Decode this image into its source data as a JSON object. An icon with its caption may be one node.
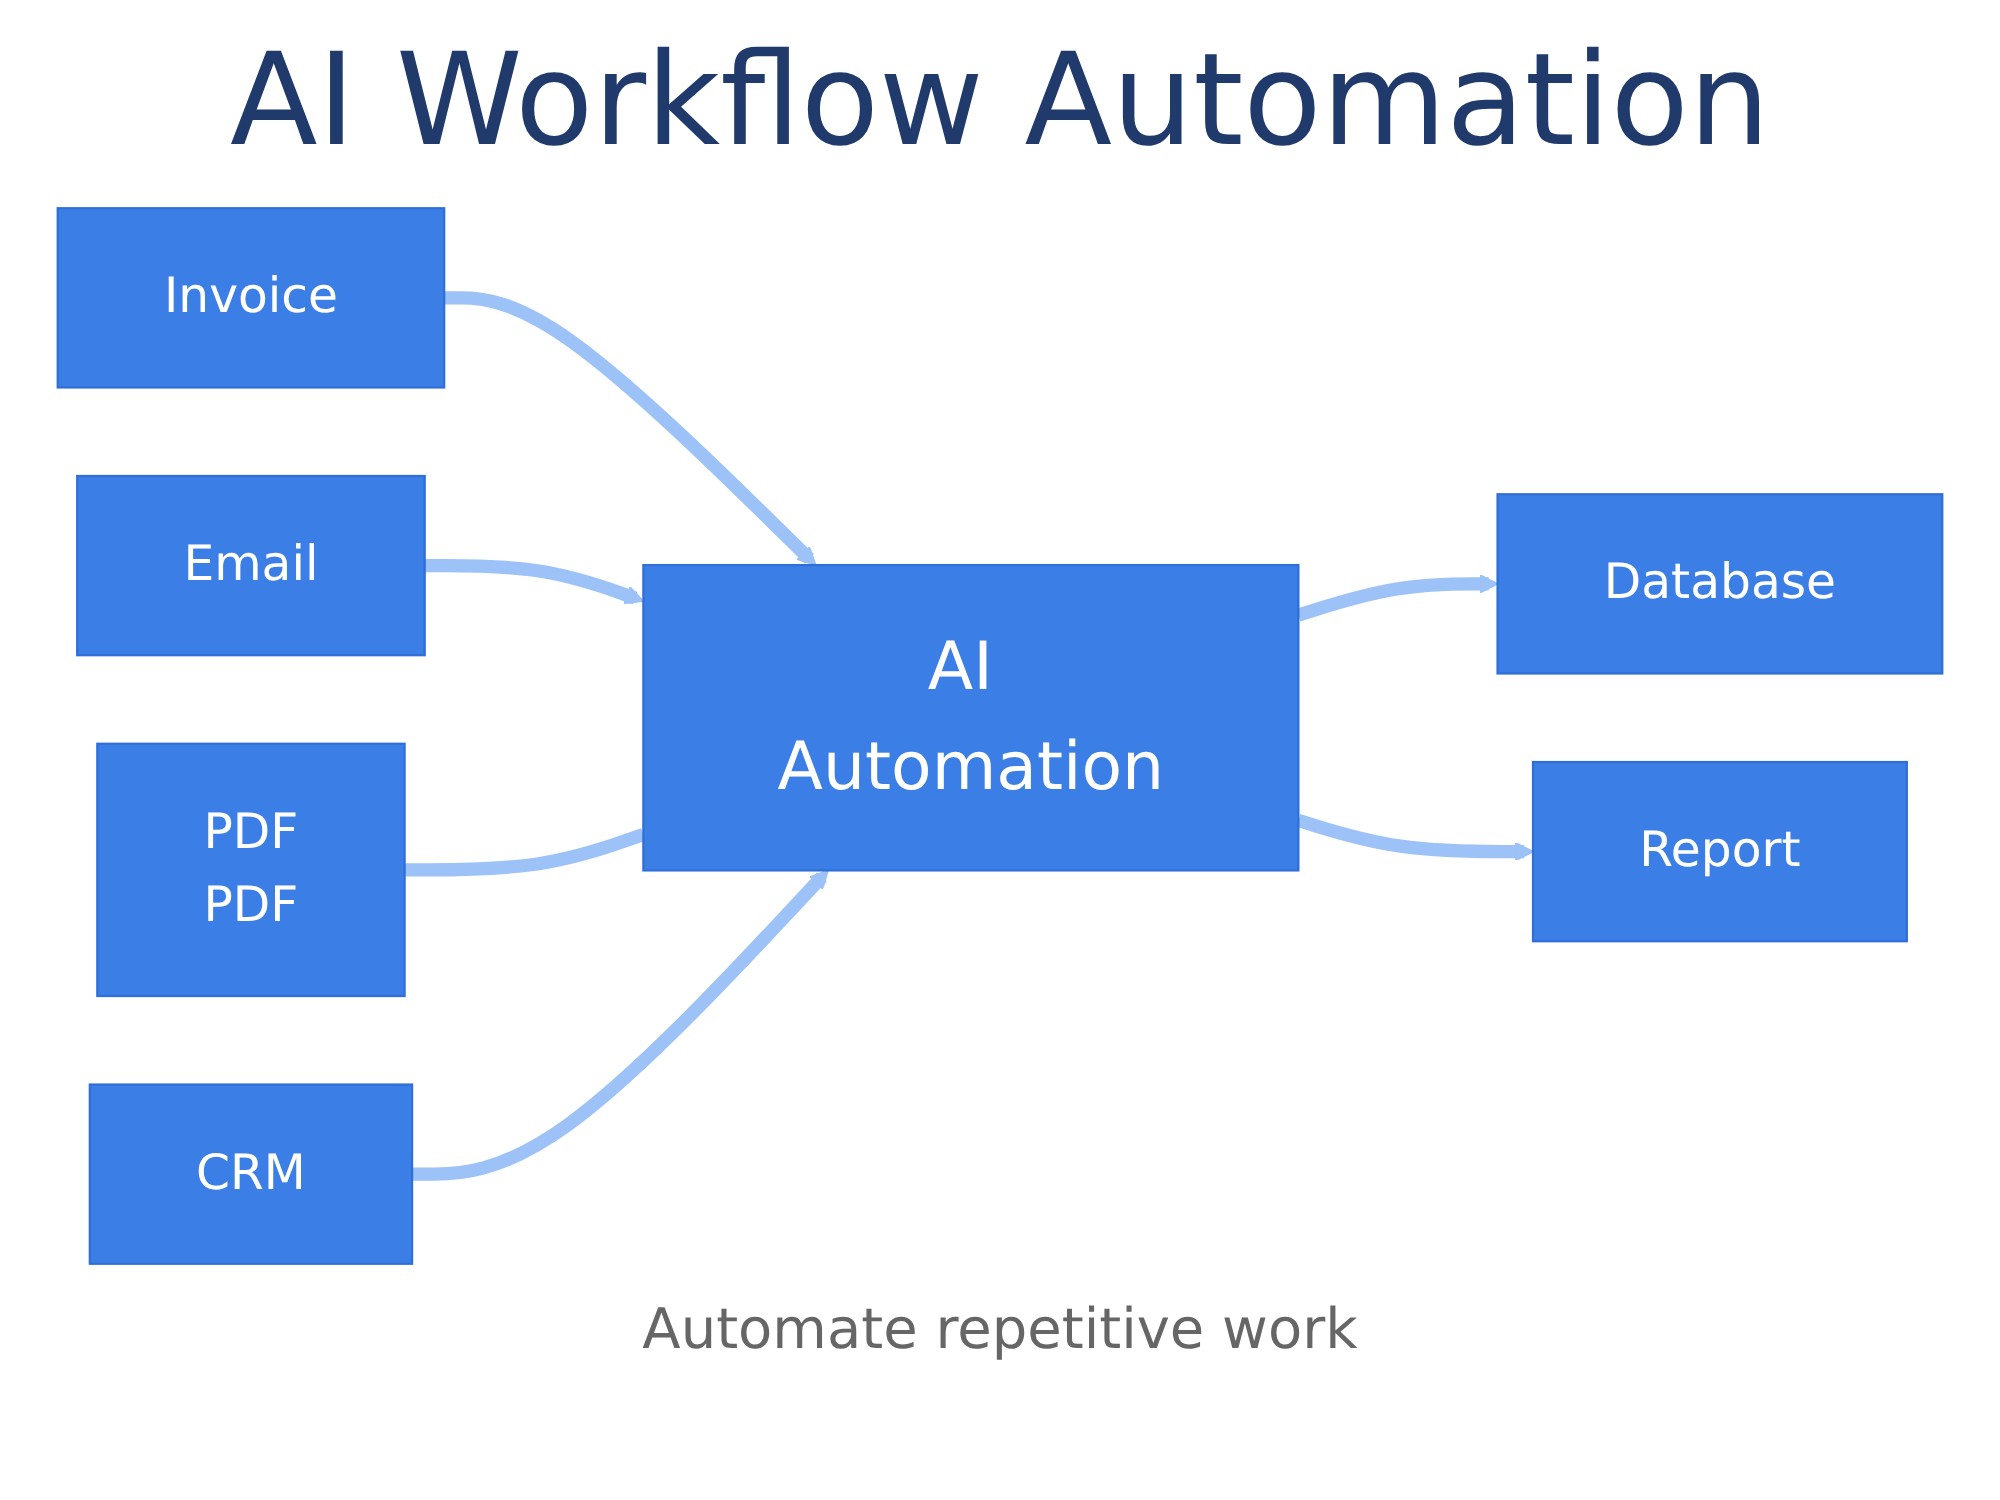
{
  "diagram": {
    "title": "AI Workflow Automation",
    "caption": "Automate repetitive work",
    "nodes": [
      {
        "text": [
          "Invoice"
        ]
      },
      {
        "text": [
          "Email"
        ]
      },
      {
        "text": [
          "PDF",
          "PDF"
        ]
      },
      {
        "text": [
          "AI Automation"
        ]
      },
      {
        "text": [
          "CRM"
        ]
      },
      {
        "text": [
          "Database"
        ]
      },
      {
        "text": [
          "Report"
        ]
      }
    ],
    "edges": [
      {
        "from": 0,
        "to": 3,
        "arrow": "to"
      },
      {
        "from": 1,
        "to": 3,
        "arrow": "to"
      },
      {
        "from": 2,
        "to": 3,
        "arrow": "none"
      },
      {
        "from": 4,
        "to": 3,
        "arrow": "to"
      },
      {
        "from": 3,
        "to": 5,
        "arrow": "to"
      },
      {
        "from": 3,
        "to": 6,
        "arrow": "to"
      }
    ]
  }
}
